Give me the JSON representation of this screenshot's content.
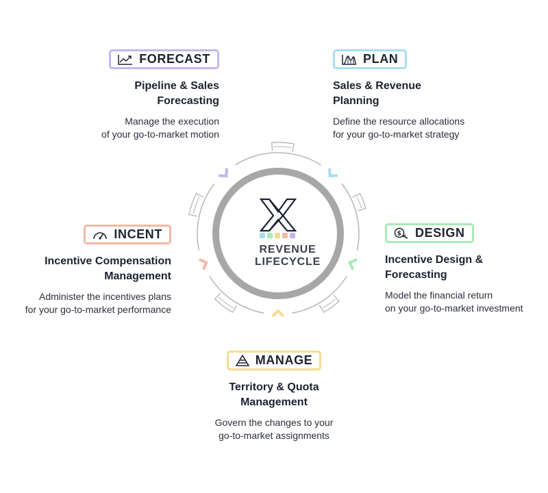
{
  "center": {
    "title_line1": "REVENUE",
    "title_line2": "LIFECYCLE",
    "logo_icon": "x-logo-icon",
    "dot_colors": [
      "#a8ddf2",
      "#a8eab6",
      "#f6dc8e",
      "#f2b9a3",
      "#c4b6ec"
    ]
  },
  "stages": {
    "forecast": {
      "label": "FORECAST",
      "icon": "trend-chart-icon",
      "color": "#c4b6ec",
      "title_line1": "Pipeline & Sales",
      "title_line2": "Forecasting",
      "desc_line1": "Manage the execution",
      "desc_line2": "of your go-to-market motion"
    },
    "plan": {
      "label": "PLAN",
      "icon": "distribution-chart-icon",
      "color": "#a8ddf2",
      "title_line1": "Sales & Revenue",
      "title_line2": "Planning",
      "desc_line1": "Define the resource allocations",
      "desc_line2": "for your go-to-market strategy"
    },
    "design": {
      "label": "DESIGN",
      "icon": "dollar-search-icon",
      "color": "#a8eab6",
      "title_line1": "Incentive Design &",
      "title_line2": "Forecasting",
      "desc_line1": "Model the financial return",
      "desc_line2": "on your go-to-market investment"
    },
    "manage": {
      "label": "MANAGE",
      "icon": "pyramid-icon",
      "color": "#f6dc8e",
      "title_line1": "Territory & Quota",
      "title_line2": "Management",
      "desc_line1": "Govern the changes to your",
      "desc_line2": "go-to-market assignments"
    },
    "incent": {
      "label": "INCENT",
      "icon": "gauge-icon",
      "color": "#f2b9a3",
      "title_line1": "Incentive Compensation",
      "title_line2": "Management",
      "desc_line1": "Administer the incentives plans",
      "desc_line2": "for your go-to-market performance"
    }
  },
  "ring": {
    "main_color": "#a7a7a7",
    "outer_color": "#b9b9b9"
  }
}
